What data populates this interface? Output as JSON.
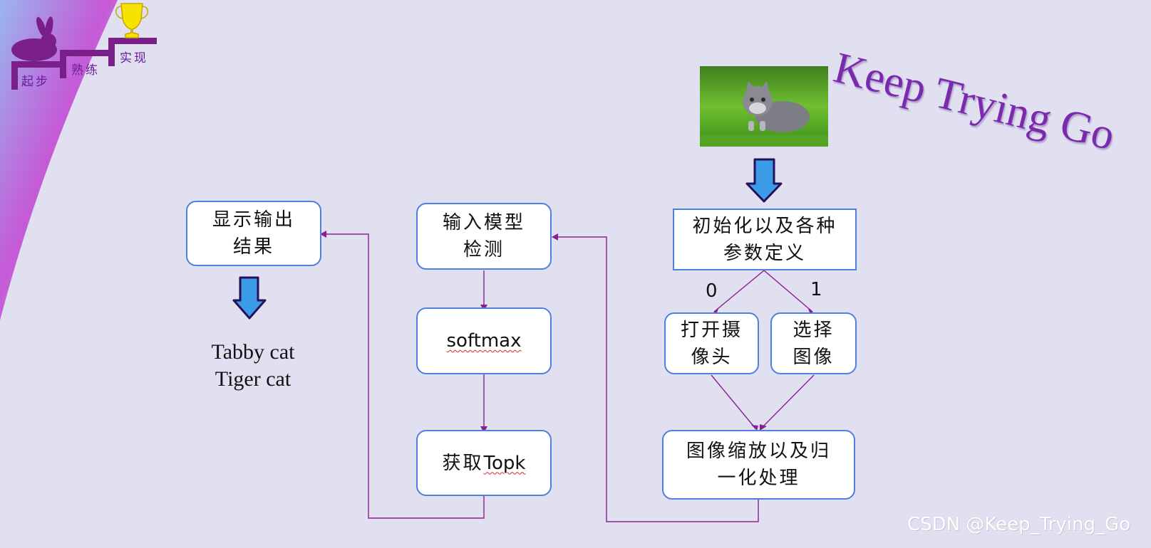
{
  "brand": {
    "slogan": "Keep Trying Go"
  },
  "watermark": "CSDN @Keep_Trying_Go",
  "steps": {
    "start": "起步",
    "skilled": "熟练",
    "achieve": "实现"
  },
  "colors": {
    "box_border": "#4f7fe0",
    "connector": "#8a2090",
    "arrow_fill": "#3b9be6",
    "arrow_stroke": "#25105a",
    "brand_purple": "#7b2ab0",
    "background": "#e1e0f1"
  },
  "icons": [
    "rabbit-icon",
    "trophy-icon",
    "cat-photo",
    "down-arrow-icon"
  ],
  "flow": {
    "init": "初始化以及各种\n参数定义",
    "branch_0": "0",
    "branch_1": "1",
    "open_camera": "打开摄\n像头",
    "select_image": "选择\n图像",
    "preprocess": "图像缩放以及归\n一化处理",
    "model_input": "输入模型\n检测",
    "softmax": "softmax",
    "topk_prefix": "获取",
    "topk_suffix": "Topk",
    "show_output": "显示输出\n结果"
  },
  "result": {
    "line1": "Tabby cat",
    "line2": "Tiger cat"
  }
}
